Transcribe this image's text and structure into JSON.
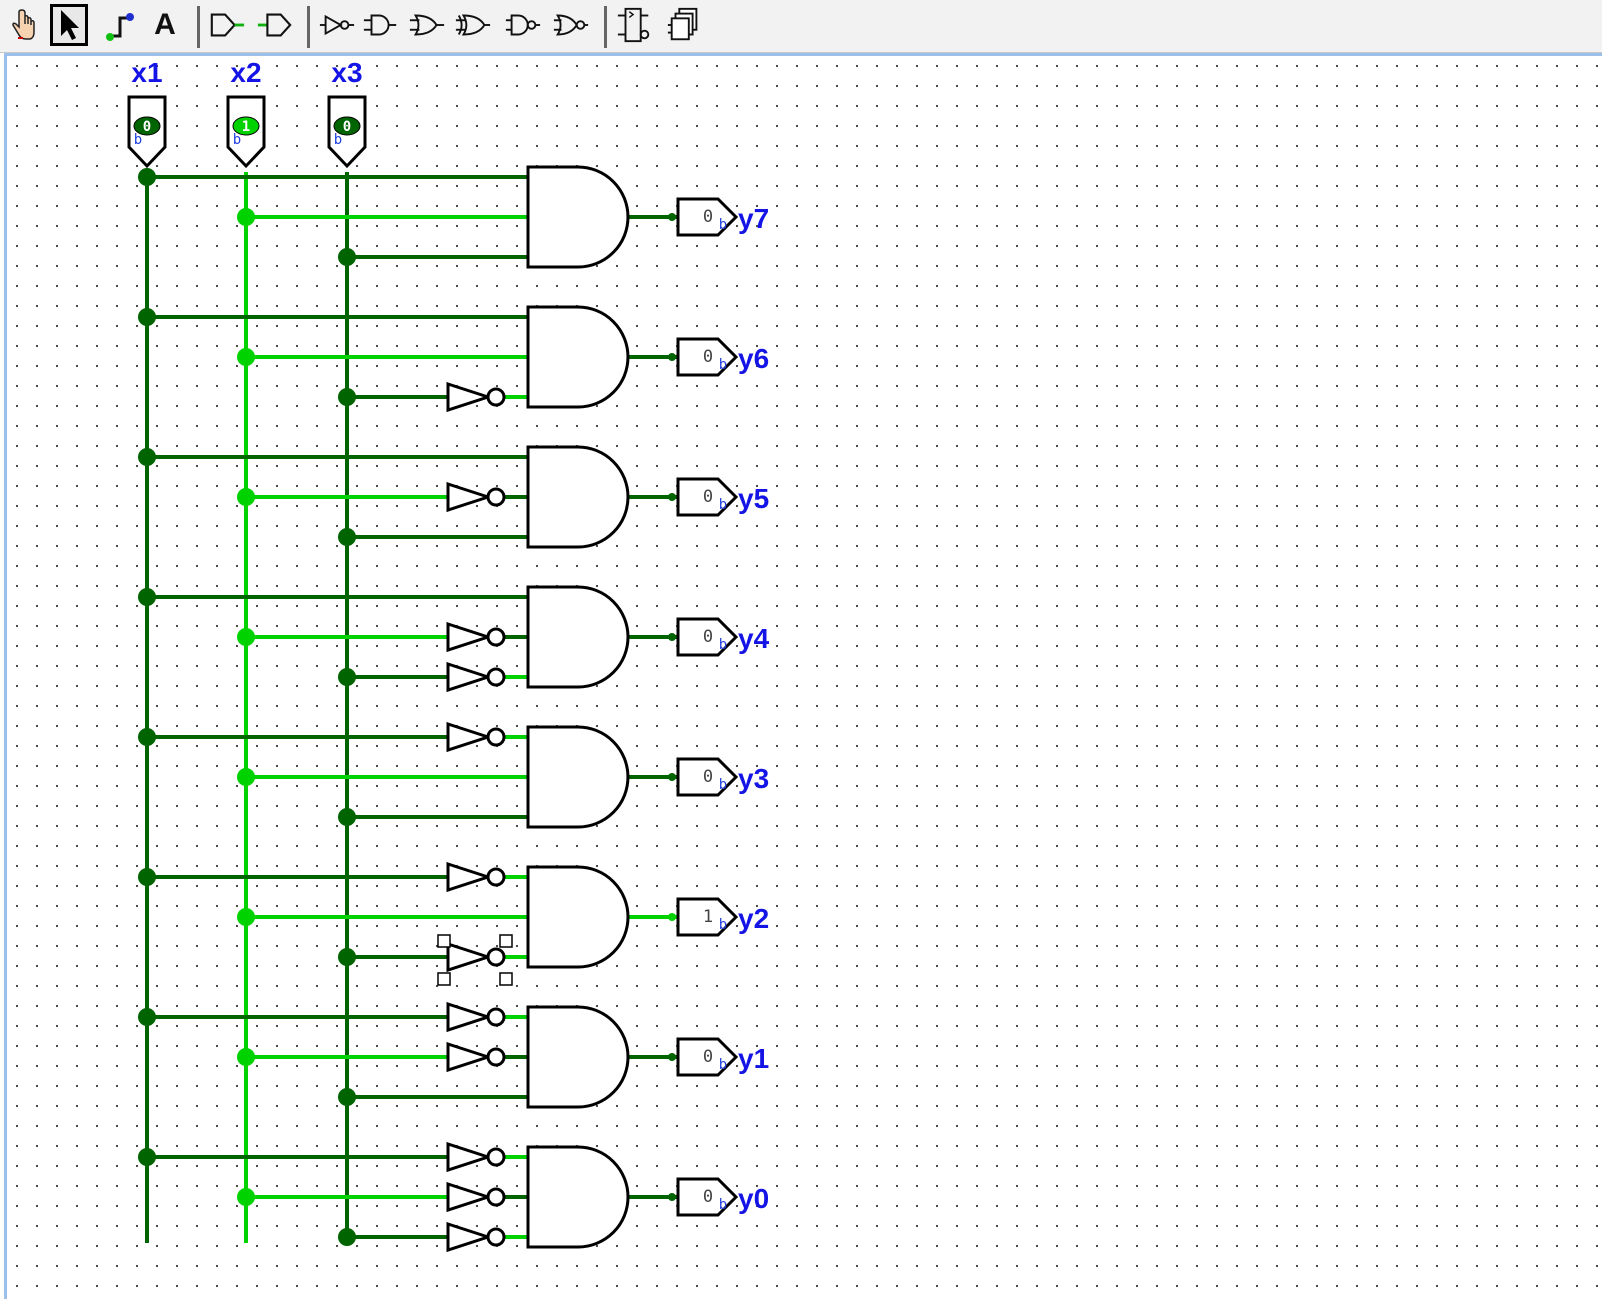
{
  "toolbar": {
    "tools": [
      {
        "name": "poke-tool-icon",
        "selected": false
      },
      {
        "name": "select-tool-icon",
        "selected": true
      },
      {
        "name": "wiring-tool-icon",
        "selected": false
      },
      {
        "name": "text-tool-icon",
        "label": "A",
        "selected": false
      },
      {
        "name": "add-input-pin-icon",
        "selected": false
      },
      {
        "name": "add-output-pin-icon",
        "selected": false
      },
      {
        "name": "not-gate-icon",
        "selected": false
      },
      {
        "name": "and-gate-icon",
        "selected": false
      },
      {
        "name": "or-gate-icon",
        "selected": false
      },
      {
        "name": "xor-gate-icon",
        "selected": false
      },
      {
        "name": "nand-gate-icon",
        "selected": false
      },
      {
        "name": "nor-gate-icon",
        "selected": false
      },
      {
        "name": "flip-flop-icon",
        "selected": false
      },
      {
        "name": "subcircuit-icon",
        "selected": false
      }
    ]
  },
  "colors": {
    "wire_low": "#006400",
    "wire_high": "#00d200",
    "label": "#1414e6",
    "gate_stroke": "#000000",
    "canvas_border": "#9cc0ea"
  },
  "inputs": [
    {
      "label": "x1",
      "value": "0"
    },
    {
      "label": "x2",
      "value": "1"
    },
    {
      "label": "x3",
      "value": "0"
    }
  ],
  "input_base": "b",
  "outputs": [
    {
      "label": "y7",
      "value": "0",
      "inverted": [
        false,
        false,
        false
      ]
    },
    {
      "label": "y6",
      "value": "0",
      "inverted": [
        false,
        false,
        true
      ]
    },
    {
      "label": "y5",
      "value": "0",
      "inverted": [
        false,
        true,
        false
      ]
    },
    {
      "label": "y4",
      "value": "0",
      "inverted": [
        false,
        true,
        true
      ]
    },
    {
      "label": "y3",
      "value": "0",
      "inverted": [
        true,
        false,
        false
      ]
    },
    {
      "label": "y2",
      "value": "1",
      "inverted": [
        true,
        false,
        true
      ]
    },
    {
      "label": "y1",
      "value": "0",
      "inverted": [
        true,
        true,
        false
      ]
    },
    {
      "label": "y0",
      "value": "0",
      "inverted": [
        true,
        true,
        true
      ]
    }
  ],
  "output_base": "b",
  "selected_component": "not-gate-y2-x3"
}
